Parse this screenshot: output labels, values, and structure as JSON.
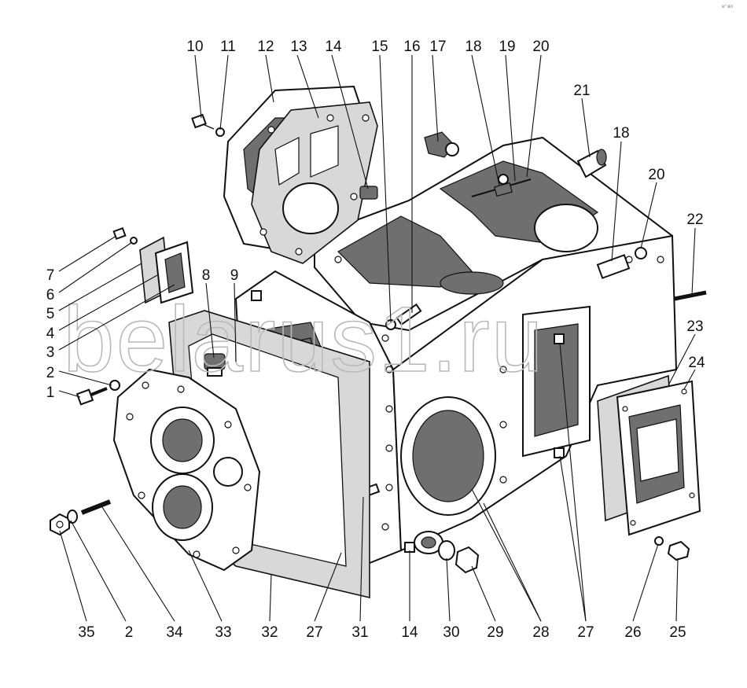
{
  "watermark": "belarus1.ru",
  "corner_mark": "e° вп",
  "callouts": [
    "10",
    "11",
    "12",
    "13",
    "14",
    "15",
    "16",
    "17",
    "18",
    "19",
    "20",
    "21",
    "18",
    "20",
    "22",
    "23",
    "24",
    "7",
    "6",
    "5",
    "4",
    "3",
    "2",
    "1",
    "8",
    "9",
    "35",
    "2",
    "34",
    "33",
    "32",
    "27",
    "31",
    "14",
    "30",
    "29",
    "28",
    "27",
    "26",
    "25"
  ]
}
